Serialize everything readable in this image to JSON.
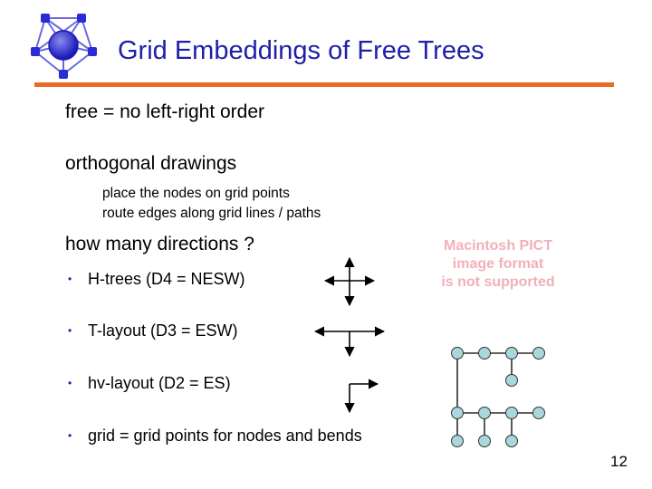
{
  "slide": {
    "title": "Grid Embeddings of Free Trees",
    "line1": "free = no left-right order",
    "line2": "orthogonal drawings",
    "sub_items": [
      "place the nodes on grid points",
      "route edges along grid lines / paths"
    ],
    "line3": "how many directions ?",
    "bullets": [
      "H-trees  (D4 = NESW)",
      "T-layout  (D3 = ESW)",
      "hv-layout (D2 = ES)",
      "grid = grid points for nodes and bends"
    ],
    "bullet_glyph": "•",
    "pict_message": [
      "Macintosh PICT",
      "image format",
      "is not supported"
    ],
    "page_number": "12"
  },
  "colors": {
    "title": "#1f1fa8",
    "rule": "#e96a22",
    "node_fill": "#a9d7dc",
    "pict_text": "#f2b0b8",
    "logo_blue": "#2b2bd6"
  },
  "icons": {
    "logo": "network-logo-icon",
    "h_tree": "cross-arrows-icon",
    "t_layout": "t-arrows-icon",
    "hv_layout": "corner-arrows-icon"
  }
}
